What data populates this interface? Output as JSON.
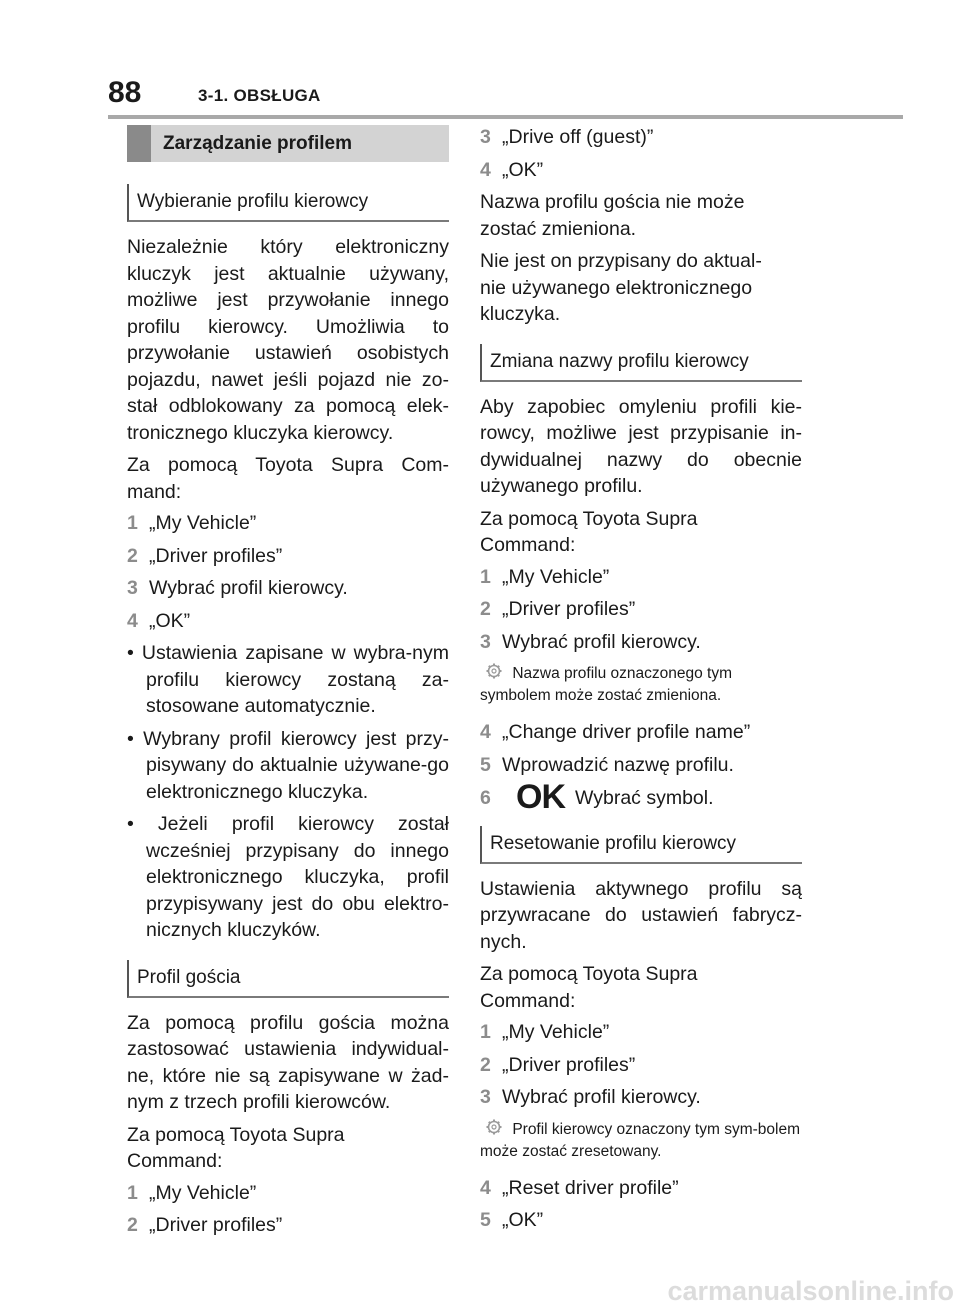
{
  "header": {
    "page_number": "88",
    "chapter": "3-1. OBSŁUGA"
  },
  "left": {
    "section_title": "Zarządzanie profilem",
    "sub1": "Wybieranie profilu kierowcy",
    "para1": "Niezależnie który elektroniczny kluczyk jest aktualnie używany, możliwe jest przywołanie innego profilu kierowcy. Umożliwia to przywołanie ustawień osobistych pojazdu, nawet jeśli pojazd nie zo-stał odblokowany za pomocą elek-tronicznego kluczyka kierowcy.",
    "para2": "Za pomocą Toyota Supra Com-mand:",
    "steps1": [
      {
        "n": "1",
        "t": "„My Vehicle”"
      },
      {
        "n": "2",
        "t": "„Driver profiles”"
      },
      {
        "n": "3",
        "t": "Wybrać profil kierowcy."
      },
      {
        "n": "4",
        "t": "„OK”"
      }
    ],
    "bullets": [
      "• Ustawienia zapisane w wybra-nym profilu kierowcy zostaną za-stosowane automatycznie.",
      "• Wybrany profil kierowcy jest przy-pisywany do aktualnie używane-go elektronicznego kluczyka.",
      "• Jeżeli profil kierowcy został wcześniej przypisany do innego elektronicznego kluczyka, profil przypisywany jest do obu elektro-nicznych kluczyków."
    ],
    "sub2": "Profil gościa",
    "para3": "Za pomocą profilu gościa można zastosować ustawienia indywidual-ne, które nie są zapisywane w żad-nym z trzech profili kierowców.",
    "para4": "Za pomocą Toyota Supra Command:",
    "steps2": [
      {
        "n": "1",
        "t": "„My Vehicle”"
      },
      {
        "n": "2",
        "t": "„Driver profiles”"
      }
    ]
  },
  "right": {
    "steps_cont": [
      {
        "n": "3",
        "t": "„Drive off (guest)”"
      },
      {
        "n": "4",
        "t": "„OK”"
      }
    ],
    "para1": "Nazwa profilu gościa nie może zostać zmieniona.",
    "para2": "Nie jest on przypisany do aktual-nie używanego elektronicznego kluczyka.",
    "sub1": "Zmiana nazwy profilu kierowcy",
    "para3": "Aby zapobiec omyleniu profili kie-rowcy, możliwe jest przypisanie in-dywidualnej nazwy do obecnie używanego profilu.",
    "para4": "Za pomocą Toyota Supra Command:",
    "steps1": [
      {
        "n": "1",
        "t": "„My Vehicle”"
      },
      {
        "n": "2",
        "t": "„Driver profiles”"
      },
      {
        "n": "3",
        "t": "Wybrać profil kierowcy."
      }
    ],
    "note1": "Nazwa profilu oznaczonego tym symbolem może zostać zmieniona.",
    "steps2": [
      {
        "n": "4",
        "t": "„Change driver profile name”"
      },
      {
        "n": "5",
        "t": "Wprowadzić nazwę profilu."
      }
    ],
    "step6_n": "6",
    "step6_icon": "OK",
    "step6_t": "Wybrać symbol.",
    "sub2": "Resetowanie profilu kierowcy",
    "para5": "Ustawienia aktywnego profilu są przywracane do ustawień fabrycz-nych.",
    "para6": "Za pomocą Toyota Supra Command:",
    "steps3": [
      {
        "n": "1",
        "t": "„My Vehicle”"
      },
      {
        "n": "2",
        "t": "„Driver profiles”"
      },
      {
        "n": "3",
        "t": "Wybrać profil kierowcy."
      }
    ],
    "note2": "Profil kierowcy oznaczony tym sym-bolem może zostać zresetowany.",
    "steps4": [
      {
        "n": "4",
        "t": "„Reset driver profile”"
      },
      {
        "n": "5",
        "t": "„OK”"
      }
    ]
  },
  "watermark": "carmanualsonline.info"
}
